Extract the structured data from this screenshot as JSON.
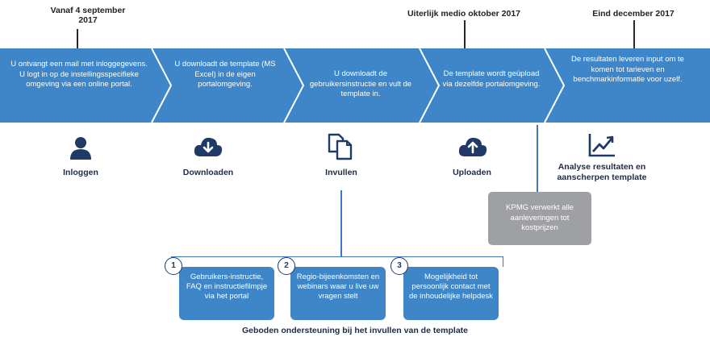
{
  "timeline": {
    "date_1_line1": "Vanaf 4 september",
    "date_1_line2": "2017",
    "date_2": "Uiterlijk medio oktober 2017",
    "date_3": "Eind december 2017"
  },
  "steps": [
    {
      "text": "U ontvangt een mail met inloggegevens. U logt in op de instellingsspecifieke omgeving via een online portal."
    },
    {
      "text": "U downloadt de template (MS Excel) in de eigen portalomgeving."
    },
    {
      "text": "U downloadt de gebruikersinstructie en vult de template in."
    },
    {
      "text": "De template wordt geüpload via dezelfde portalomgeving."
    },
    {
      "text": "De resultaten leveren input om te komen tot tarieven en benchmarkinformatie voor uzelf."
    }
  ],
  "icons": {
    "login": {
      "icon": "user-icon",
      "label": "Inloggen"
    },
    "download": {
      "icon": "cloud-download-icon",
      "label": "Downloaden"
    },
    "fill": {
      "icon": "copy-documents-icon",
      "label": "Invullen"
    },
    "upload": {
      "icon": "cloud-upload-icon",
      "label": "Uploaden"
    },
    "analysis": {
      "icon": "trend-chart-icon",
      "label_line1": "Analyse resultaten en",
      "label_line2": "aanscherpen template"
    }
  },
  "kpmg_box": {
    "text": "KPMG verwerkt alle aanleveringen tot kostprijzen"
  },
  "support": [
    {
      "number": "1",
      "text": "Gebruikers-instructie, FAQ en instructiefilmpje via het portal"
    },
    {
      "number": "2",
      "text": "Regio-bijeenkomsten en webinars waar u live uw vragen stelt"
    },
    {
      "number": "3",
      "text": "Mogelijkheid tot persoonlijk contact met de inhoudelijke helpdesk"
    }
  ],
  "caption": "Geboden ondersteuning bij het invullen van de template",
  "colors": {
    "band": "#3f86c8",
    "band_dark": "#2f6fb0",
    "icon": "#1f3a66",
    "grey_box": "#9fa0a3"
  }
}
